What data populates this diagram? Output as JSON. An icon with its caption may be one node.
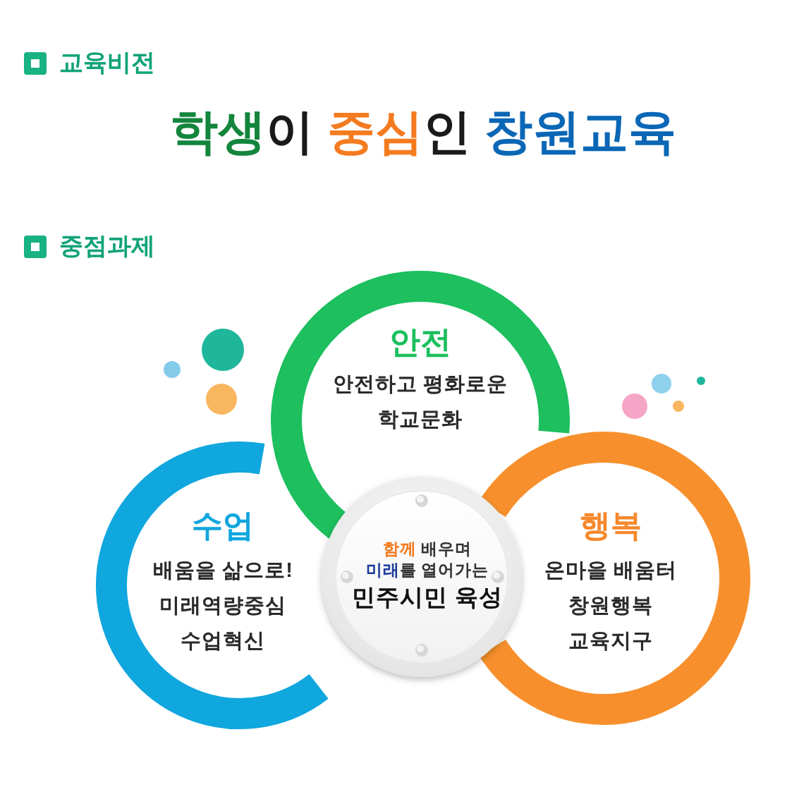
{
  "diagram": {
    "title": "학생이 중심인 창원교육",
    "nodes": [
      {
        "text": [
          "안전",
          "안전하고 평화로운 학교문화"
        ]
      },
      {
        "text": [
          "수업",
          "배움을 삶으로! 미래역량중심 수업혁신"
        ]
      },
      {
        "text": [
          "함께 배우며 미래를 열어가는",
          "민주시민 육성"
        ]
      },
      {
        "text": [
          "행복",
          "온마을 배움터 창원행복 교육지구"
        ]
      }
    ],
    "labels": [
      "교육비전",
      "중점과제"
    ]
  }
}
